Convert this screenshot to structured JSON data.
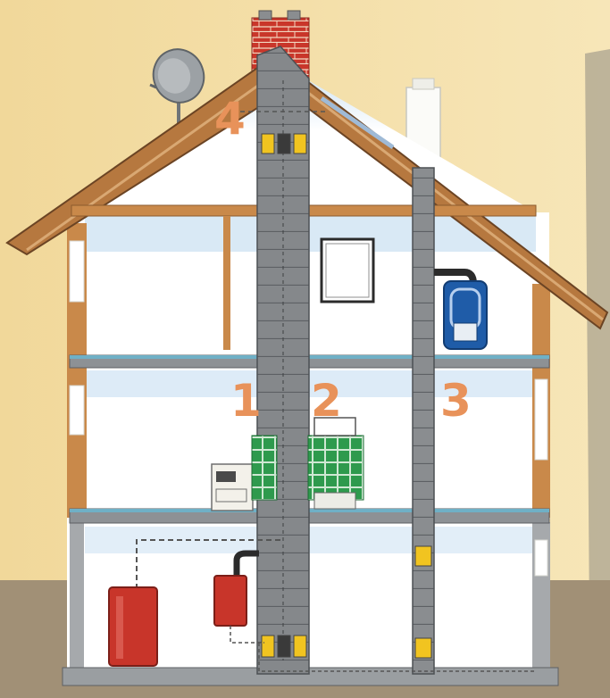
{
  "labels": {
    "marker_1": "1",
    "marker_2": "2",
    "marker_3": "3",
    "marker_4": "4"
  },
  "colors": {
    "background": "#f3dca2",
    "wall_interior": "#ffffff",
    "sky_tint": "#cfe3f3",
    "beam": "#c9894a",
    "chimney_block": "#7f8285",
    "chimney_brick": "#c9362a",
    "tile_stove": "#2e9a4d",
    "boiler": "#c8352a",
    "gas_heater": "#1f5ca8",
    "number_accent": "#e8925a",
    "ground": "#9e8b70"
  },
  "icons": [
    "satellite-dish-icon",
    "window-icon",
    "chimney-icon"
  ]
}
